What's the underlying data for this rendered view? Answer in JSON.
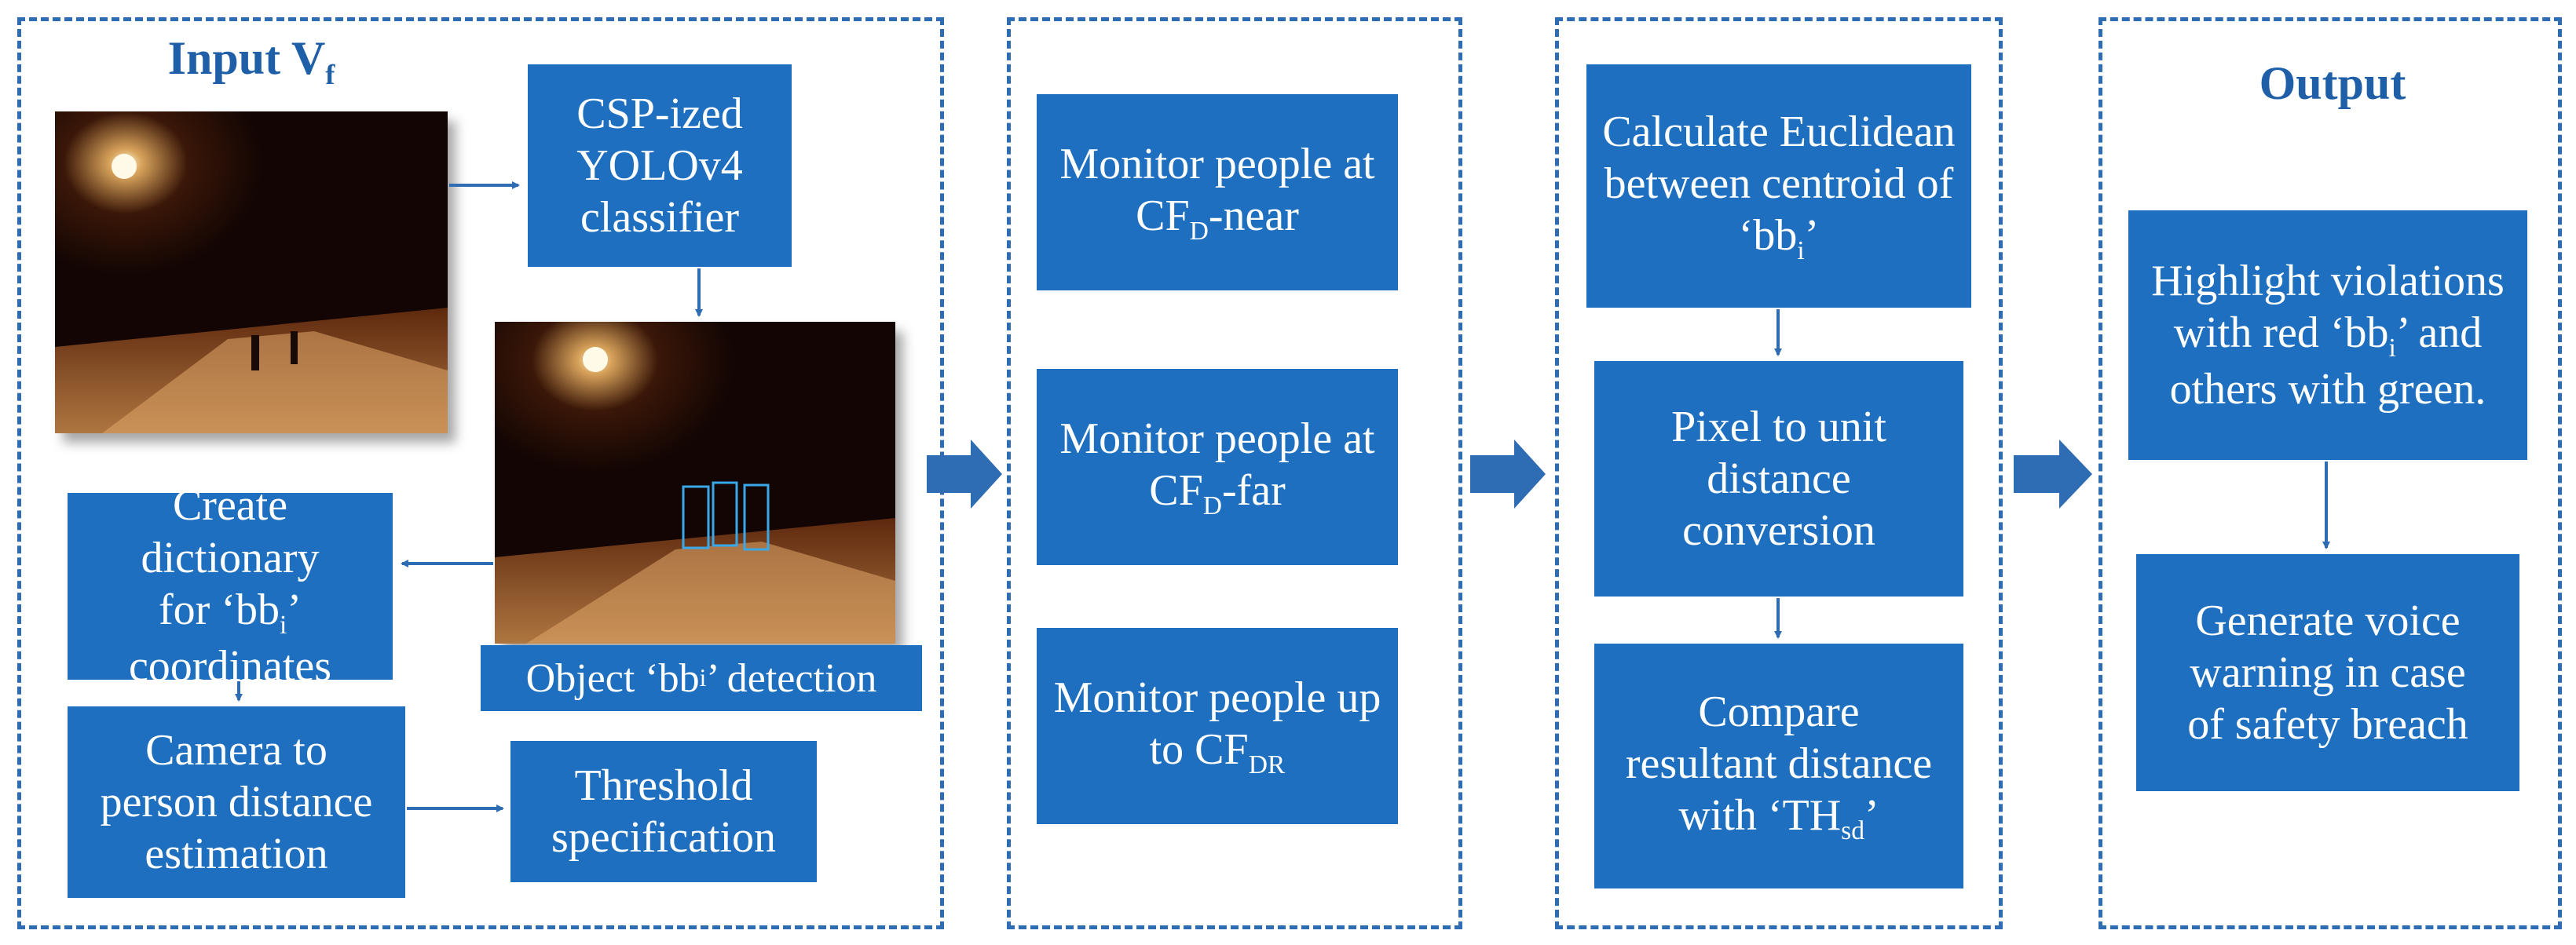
{
  "panels": {
    "input": {
      "title": "Input V",
      "title_sub": "f",
      "classifier": "CSP-ized\nYOLOv4\nclassifier",
      "detection_caption_pre": "Object ‘bb",
      "detection_caption_sub": "i",
      "detection_caption_post": "’ detection",
      "dictionary_pre": "Create dictionary\nfor ‘bb",
      "dictionary_sub": "i",
      "dictionary_post": "’\ncoordinates",
      "camera": "Camera to\nperson distance\nestimation",
      "threshold": "Threshold\nspecification"
    },
    "monitor": {
      "near_pre": "Monitor people at\nCF",
      "near_sub": "D",
      "near_post": "-near",
      "far_pre": "Monitor people at\nCF",
      "far_sub": "D",
      "far_post": "-far",
      "upto_pre": "Monitor people up\nto CF",
      "upto_sub": "DR",
      "upto_post": ""
    },
    "distance": {
      "euclid_pre": "Calculate Euclidean\nbetween centroid of\n‘bb",
      "euclid_sub": "i",
      "euclid_post": "’",
      "pixel": "Pixel to unit\ndistance\nconversion",
      "compare_pre": "Compare\nresultant distance\nwith ‘TH",
      "compare_sub": "sd",
      "compare_post": "’"
    },
    "output": {
      "title": "Output",
      "highlight_pre": "Highlight violations\nwith red ‘bb",
      "highlight_sub": "i",
      "highlight_post": "’ and\nothers with green.",
      "voice": "Generate voice\nwarning in case\nof safety breach"
    }
  },
  "colors": {
    "box": "#1e6fbf",
    "border": "#2e6db4",
    "title": "#1e5fa8"
  }
}
